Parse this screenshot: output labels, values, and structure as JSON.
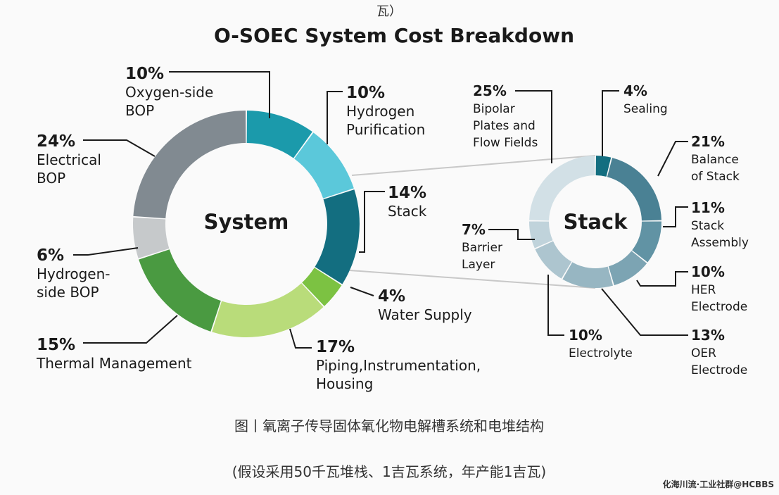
{
  "page": {
    "top_fragment": "瓦）",
    "caption_line1": "图丨氧离子传导固体氧化物电解槽系统和电堆结构",
    "caption_line2": "(假设采用50千瓦堆栈、1吉瓦系统，年产能1吉瓦)",
    "watermark": "化海川流·工业社群@HCBBS"
  },
  "chart_data": [
    {
      "type": "pie",
      "title": "O-SOEC System Cost Breakdown",
      "center_label": "System",
      "slices": [
        {
          "name": "Oxygen-side BOP",
          "value": 10,
          "label": "10%",
          "lines": [
            "Oxygen-side",
            "BOP"
          ],
          "color": "#1b9aab"
        },
        {
          "name": "Hydrogen Purification",
          "value": 10,
          "label": "10%",
          "lines": [
            "Hydrogen",
            "Purification"
          ],
          "color": "#5bc8da"
        },
        {
          "name": "Stack",
          "value": 14,
          "label": "14%",
          "lines": [
            "Stack"
          ],
          "color": "#136e80"
        },
        {
          "name": "Water Supply",
          "value": 4,
          "label": "4%",
          "lines": [
            "Water Supply"
          ],
          "color": "#7cc242"
        },
        {
          "name": "Piping,Instrumentation, Housing",
          "value": 17,
          "label": "17%",
          "lines": [
            "Piping,Instrumentation,",
            "Housing"
          ],
          "color": "#b9dc7a"
        },
        {
          "name": "Thermal Management",
          "value": 15,
          "label": "15%",
          "lines": [
            "Thermal Management"
          ],
          "color": "#4a9a41"
        },
        {
          "name": "Hydrogen-side BOP",
          "value": 6,
          "label": "6%",
          "lines": [
            "Hydrogen-",
            "side BOP"
          ],
          "color": "#c6c9cb"
        },
        {
          "name": "Electrical BOP",
          "value": 24,
          "label": "24%",
          "lines": [
            "Electrical",
            "BOP"
          ],
          "color": "#818a91"
        }
      ]
    },
    {
      "type": "pie",
      "center_label": "Stack",
      "slices": [
        {
          "name": "Sealing",
          "value": 4,
          "label": "4%",
          "lines": [
            "Sealing"
          ],
          "color": "#136e80"
        },
        {
          "name": "Balance of Stack",
          "value": 21,
          "label": "21%",
          "lines": [
            "Balance",
            "of Stack"
          ],
          "color": "#4a8194"
        },
        {
          "name": "Stack Assembly",
          "value": 11,
          "label": "11%",
          "lines": [
            "Stack",
            "Assembly"
          ],
          "color": "#6193a4"
        },
        {
          "name": "HER Electrode",
          "value": 10,
          "label": "10%",
          "lines": [
            "HER",
            "Electrode"
          ],
          "color": "#7ca4b3"
        },
        {
          "name": "OER Electrode",
          "value": 13,
          "label": "13%",
          "lines": [
            "OER",
            "Electrode"
          ],
          "color": "#97b6c2"
        },
        {
          "name": "Electrolyte",
          "value": 10,
          "label": "10%",
          "lines": [
            "Electrolyte"
          ],
          "color": "#adc5cf"
        },
        {
          "name": "Barrier Layer",
          "value": 7,
          "label": "7%",
          "lines": [
            "Barrier",
            "Layer"
          ],
          "color": "#c0d3db"
        },
        {
          "name": "Bipolar Plates and Flow Fields",
          "value": 25,
          "label": "25%",
          "lines": [
            "Bipolar",
            "Plates and",
            "Flow Fields"
          ],
          "color": "#d2e0e6"
        }
      ]
    }
  ]
}
